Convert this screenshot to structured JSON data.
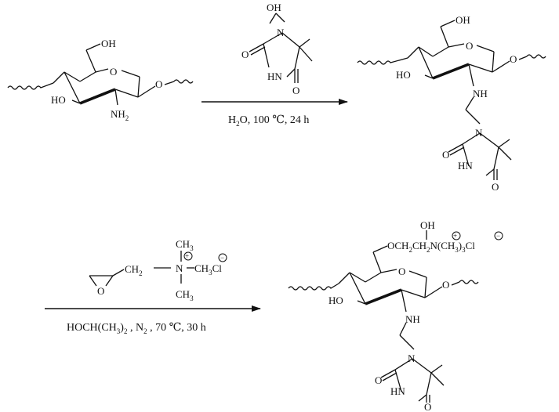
{
  "scheme": {
    "step1": {
      "conditions": [
        "H",
        "2",
        "O, 100 ℃, 24 h"
      ]
    },
    "step2": {
      "conditions": [
        "HOCH(CH",
        "3",
        ")",
        "2",
        " , N",
        "2",
        " , 70 ℃, 30 h"
      ]
    },
    "labels": {
      "oh": "OH",
      "ho": "HO",
      "nh2": "NH",
      "two": "2",
      "o": "O",
      "n": "N",
      "nh": "NH",
      "hn": "HN",
      "ch2": "CH",
      "ch3": "CH",
      "three": "3",
      "cl": "Cl",
      "och2": "OCH",
      "ch2_b": "CH",
      "nch33": "N(CH",
      "paren": ")",
      "plus": "+",
      "minus": "−"
    },
    "colors": {
      "ink": "#111111",
      "background": "#ffffff"
    }
  }
}
